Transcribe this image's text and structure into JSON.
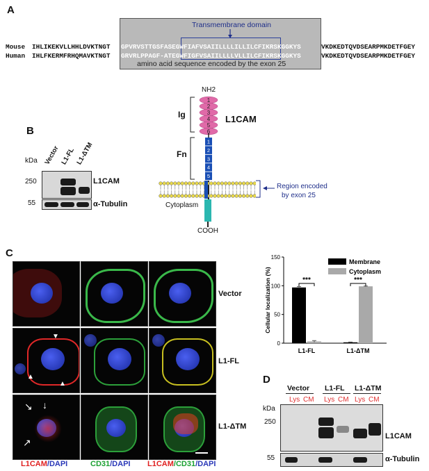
{
  "panel_a": {
    "letter": "A",
    "tm_label": "Transmembrane domain",
    "exon_caption": "amino acid sequence encoded by the exon 25",
    "mouse_label": "Mouse",
    "human_label": "Human",
    "mouse_seq_left": "IHLIKEKVLLHHLDVKTNGT",
    "mouse_seq_box": "GPVRVSTTGSFASEGWFIAFVSAIILLLLILLILCFIKRSKGGKYS",
    "mouse_seq_right": "VKDKEDTQVDSEARPMKDETFGEY",
    "human_seq_left": "IHLFKERMFRHQMAVKTNGT",
    "human_seq_box": "GRVRLPPAGF-ATEGWFIGFVSAIILLLLVLLILCFIKRSKGGKYS",
    "human_seq_right": "VKDKEDTQVDSEARPMKDETFGEY"
  },
  "diagram": {
    "nh2": "NH2",
    "ig_label": "Ig",
    "fn_label": "Fn",
    "protein_label": "L1CAM",
    "ig_domains": [
      "1",
      "2",
      "3",
      "4",
      "5",
      "6"
    ],
    "fn_domains": [
      "1",
      "2",
      "3",
      "4",
      "5"
    ],
    "region_label_1": "Region encoded",
    "region_label_2": "by  exon 25",
    "cytoplasm": "Cytoplasm",
    "cooh": "COOH",
    "ig_color": "#e06aa8",
    "fn_color": "#1a4fb5",
    "cyto_color": "#2bb7b0"
  },
  "panel_b": {
    "letter": "B",
    "kda": "kDa",
    "lanes": [
      "Vector",
      "L1-FL",
      "L1-ΔTM"
    ],
    "markers": [
      "250",
      "55"
    ],
    "top_label": "L1CAM",
    "bottom_label": "α-Tubulin"
  },
  "panel_c": {
    "letter": "C",
    "rows": [
      "Vector",
      "L1-FL",
      "L1-ΔTM"
    ],
    "col_labels": {
      "c1_a": "L1CAM",
      "c1_b": "/DAPI",
      "c2_a": "CD31",
      "c2_b": "/DAPI",
      "c3_a": "L1CAM",
      "c3_b": "/CD31",
      "c3_c": "/DAPI"
    }
  },
  "chart_data": {
    "type": "bar",
    "categories": [
      "L1-FL",
      "L1-ΔTM"
    ],
    "series": [
      {
        "name": "Membrane",
        "values": [
          97,
          1.5
        ],
        "errors": [
          1.5,
          0.5
        ],
        "color": "#000000"
      },
      {
        "name": "Cytoplasm",
        "values": [
          3,
          99
        ],
        "errors": [
          1.5,
          0.5
        ],
        "color": "#a9a9a9"
      }
    ],
    "ylabel": "Cellular localization (%)",
    "xlabel": "",
    "ylim": [
      0,
      150
    ],
    "yticks": [
      "0",
      "50",
      "100",
      "150"
    ],
    "significance": [
      "***",
      "***"
    ],
    "legend_position": "top-right"
  },
  "panel_d": {
    "letter": "D",
    "kda": "kDa",
    "groups": [
      "Vector",
      "L1-FL",
      "L1-ΔTM"
    ],
    "sublanes": [
      "Lys",
      "CM"
    ],
    "markers": [
      "250",
      "55"
    ],
    "top_label": "L1CAM",
    "bottom_label": "α-Tubulin"
  }
}
